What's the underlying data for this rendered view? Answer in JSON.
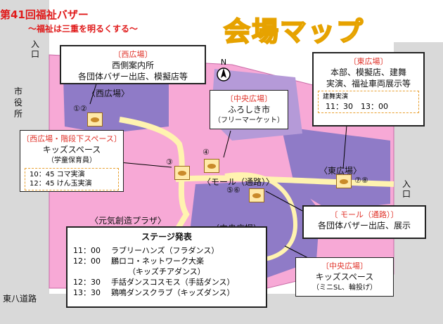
{
  "header": {
    "title": "第41回福祉バザー",
    "subtitle": "～福祉は三重を明るくする～",
    "map_title": "会場マップ"
  },
  "map": {
    "colors": {
      "grounds": "#f7a9d6",
      "purple": "#8f7bc7",
      "path": "#fff3b0",
      "road": "#d9d9d9"
    },
    "compass": "N",
    "side_labels": {
      "west_entrance": "入口",
      "east_entrance": "入口",
      "city_hall": "市役所",
      "road": "東八道路"
    },
    "area_labels": {
      "west": "〈西広場〉",
      "east": "〈東広場〉",
      "mall": "〈モール（通路）〉",
      "central": "〈中央広場〉",
      "genki": "〈元気創造プラザ〉"
    },
    "markers": {
      "m12": "①②",
      "m3": "③",
      "m4": "④",
      "m56": "⑤⑥",
      "m78": "⑦⑧"
    }
  },
  "boxes": {
    "west": {
      "heading": "〔西広場〕",
      "lines": [
        "西側案内所",
        "各団体バザー出店、模擬店等"
      ]
    },
    "west_stairs": {
      "heading": "〔西広場・階段下スペース〕",
      "line1": "キッズスペース",
      "line2": "（学童保育員）",
      "sched": [
        "10：45 コマ実演",
        "12：45 けん玉実演"
      ]
    },
    "central_top": {
      "heading": "〔中央広場〕",
      "line1": "ふろしき市",
      "line2": "（フリーマーケット）"
    },
    "east": {
      "heading": "〔東広場〕",
      "lines": [
        "本部、模擬店、建舞",
        "実演、福祉車両展示等"
      ],
      "sched_title": "建舞実演",
      "sched_times": "11：30　13：00"
    },
    "mall": {
      "heading": "〔 モール（通路）〕",
      "line": "各団体バザー出店、展示"
    },
    "central_bottom": {
      "heading": "〔中央広場〕",
      "line1": "キッズスペース",
      "line2": "（ミニSL、輪投げ）"
    }
  },
  "stage": {
    "title": "ステージ発表",
    "rows": [
      {
        "time": "11：00",
        "text": "ラブリーハンズ（フラダンス）"
      },
      {
        "time": "12：00",
        "text": "鵬ロコ・ネットワーク大楽"
      },
      {
        "time": "",
        "text": "（キッズチアダンス）"
      },
      {
        "time": "12：30",
        "text": "手話ダンスコスモス（手話ダンス）"
      },
      {
        "time": "13：30",
        "text": "鶏鳴ダンスクラブ（キッズダンス）"
      }
    ]
  }
}
